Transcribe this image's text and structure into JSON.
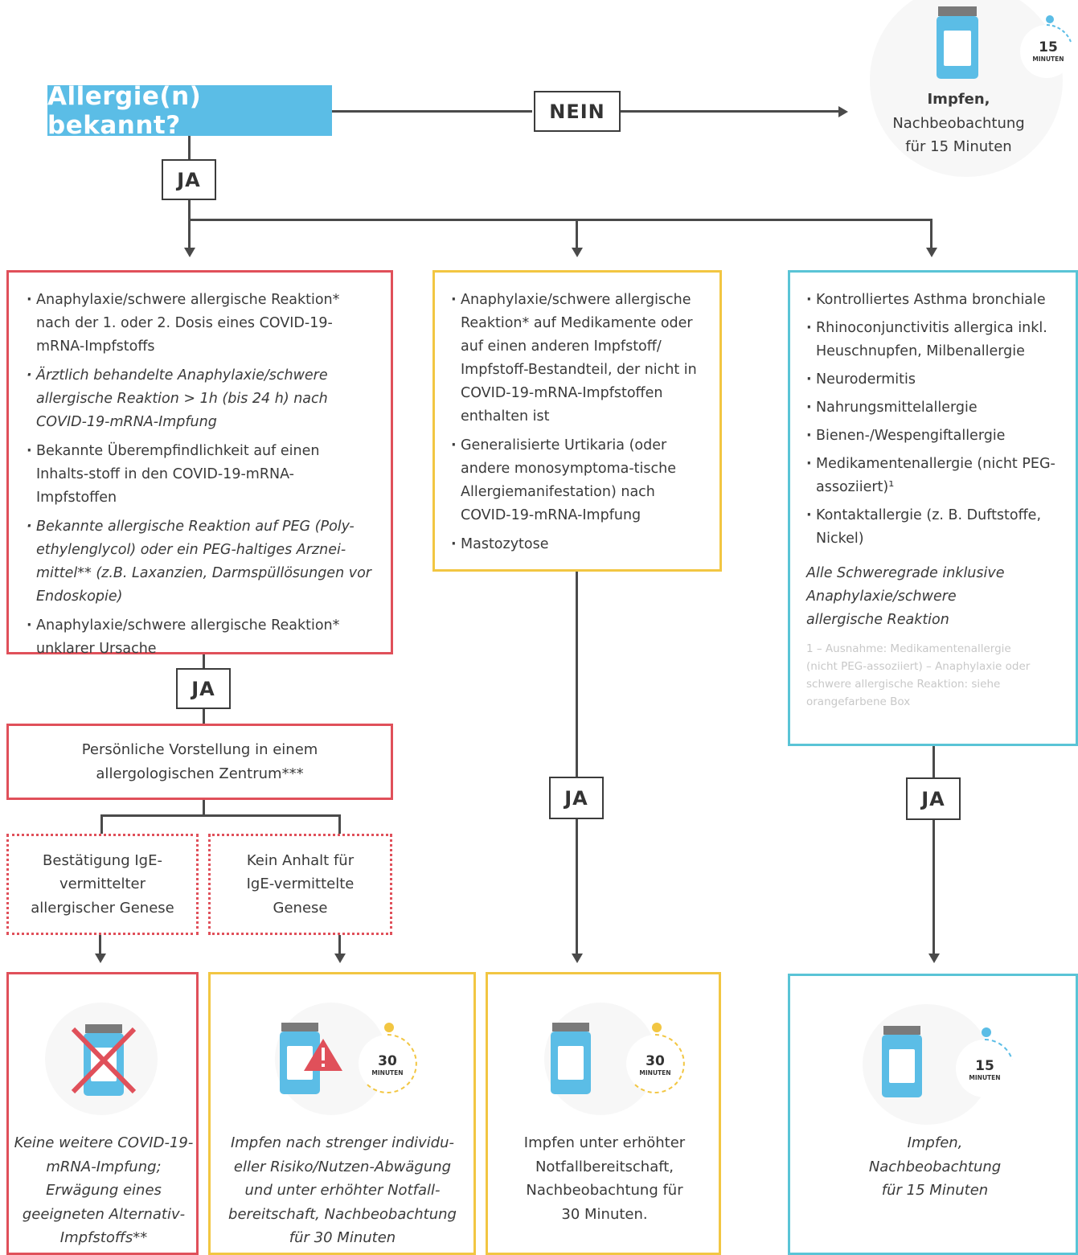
{
  "question": "Allergie(n) bekannt?",
  "no_label": "NEIN",
  "yes_label": "JA",
  "top_result": {
    "title": "Impfen,",
    "line2": "Nachbeobachtung",
    "line3": "für 15 Minuten",
    "timer_value": "15",
    "timer_unit": "MINUTEN"
  },
  "red_box": {
    "items": [
      "Anaphylaxie/schwere allergische Reaktion* nach der 1. oder 2. Dosis eines COVID-19-mRNA-Impfstoffs",
      "Ärztlich behandelte Anaphylaxie/schwere allergische Reaktion > 1h (bis 24 h) nach COVID-19-mRNA-Impfung",
      "Bekannte Überempfindlichkeit auf einen Inhalts-stoff in den COVID-19-mRNA-Impfstoffen",
      "Bekannte allergische Reaktion auf PEG (Poly-ethylenglycol) oder ein PEG-haltiges Arznei-mittel** (z.B. Laxanzien, Darmspüllösungen vor Endoskopie)",
      "Anaphylaxie/schwere allergische Reaktion* unklarer Ursache"
    ]
  },
  "yellow_box": {
    "items": [
      "Anaphylaxie/schwere allergische Reaktion* auf Medikamente oder auf einen anderen Impfstoff/ Impfstoff-Bestandteil, der nicht in COVID-19-mRNA-Impfstoffen enthalten ist",
      "Generalisierte Urtikaria (oder andere monosymptoma-tische Allergiemanifestation) nach COVID-19-mRNA-Impfung",
      "Mastozytose"
    ]
  },
  "cyan_box": {
    "items": [
      "Kontrolliertes Asthma bronchiale",
      "Rhinoconjunctivitis allergica inkl. Heuschnupfen, Milbenallergie",
      "Neurodermitis",
      "Nahrungsmittelallergie",
      "Bienen-/Wespengiftallergie",
      "Medikamentenallergie (nicht PEG-assoziiert)¹",
      "Kontaktallergie (z. B. Duftstoffe, Nickel)"
    ],
    "note": "Alle Schweregrade inklusive Anaphylaxie/schwere allergische Reaktion",
    "footnote": "1 – Ausnahme: Medikamentenallergie (nicht PEG-assoziiert) – Anaphylaxie oder schwere allergische Reaktion: siehe orangefarbene Box"
  },
  "referral": "Persönliche Vorstellung in einem allergologischen Zentrum***",
  "confirm_box": "Bestätigung IgE-vermittelter allergischer Genese",
  "no_evidence_box": "Kein Anhalt für IgE-vermittelte Genese",
  "outcomes": {
    "no_vaccine": "Keine weitere COVID-19-mRNA-Impfung; Erwägung eines geeigneten Alternativ-Impfstoffs**",
    "strict_risk": "Impfen nach strenger individu-eller Risiko/Nutzen-Abwägung und unter erhöhter Notfall-bereitschaft, Nachbeobachtung für 30 Minuten",
    "elevated": "Impfen unter erhöhter Notfallbereitschaft, Nachbeobachtung für 30 Minuten.",
    "standard": "Impfen, Nachbeobachtung für 15 Minuten"
  },
  "timers": {
    "t30_value": "30",
    "t15_value": "15",
    "unit": "MINUTEN"
  },
  "colors": {
    "blue": "#5bbde6",
    "red": "#e0505a",
    "yellow": "#f2c642",
    "cyan": "#5ac4d6"
  }
}
